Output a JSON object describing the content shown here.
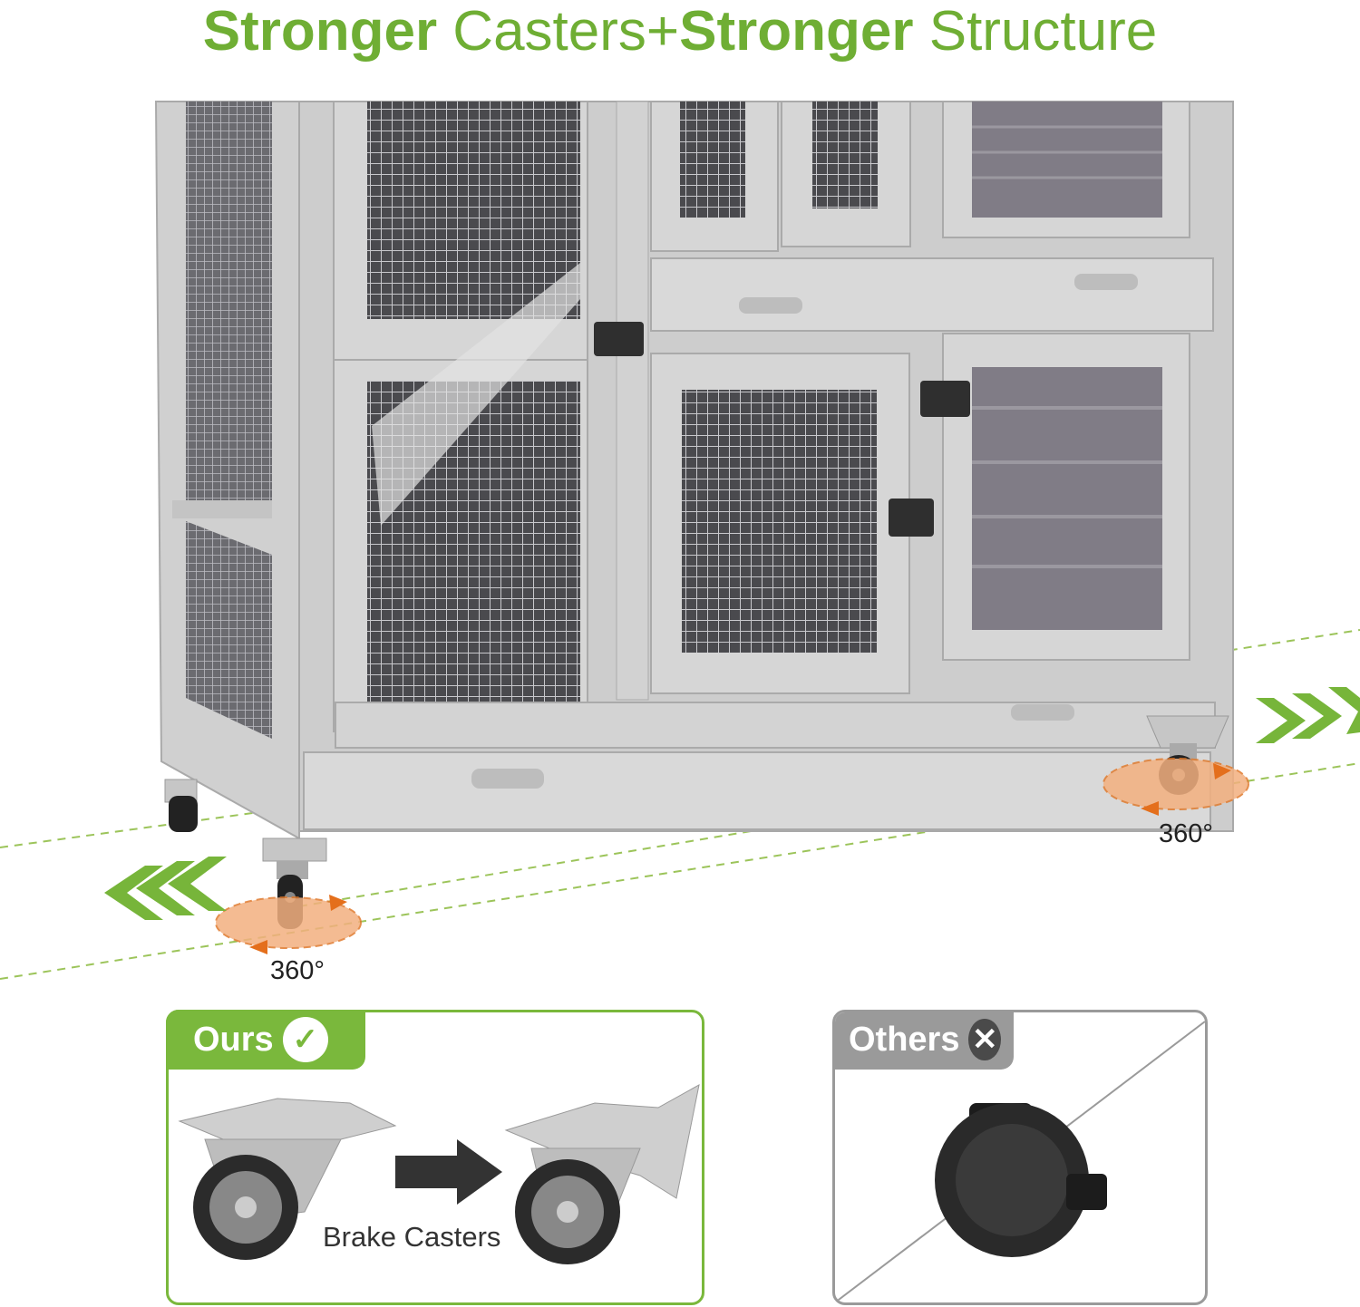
{
  "headline": {
    "part1_bold": "Stronger",
    "part1_light": " Casters+",
    "part2_bold": "Stronger",
    "part2_light": " Structure"
  },
  "rotation_labels": {
    "right": "360°",
    "left": "360°"
  },
  "comparison": {
    "ours": {
      "tag": "Ours",
      "caption": "Brake Casters",
      "mark_icon": "check-icon"
    },
    "others": {
      "tag": "Others",
      "mark_icon": "close-icon"
    }
  },
  "colors": {
    "brand_green": "#6fae34",
    "frame_gray": "#c9c9c9",
    "panel_gray": "#9a9a9a",
    "rotation_orange": "#f3b07f"
  }
}
